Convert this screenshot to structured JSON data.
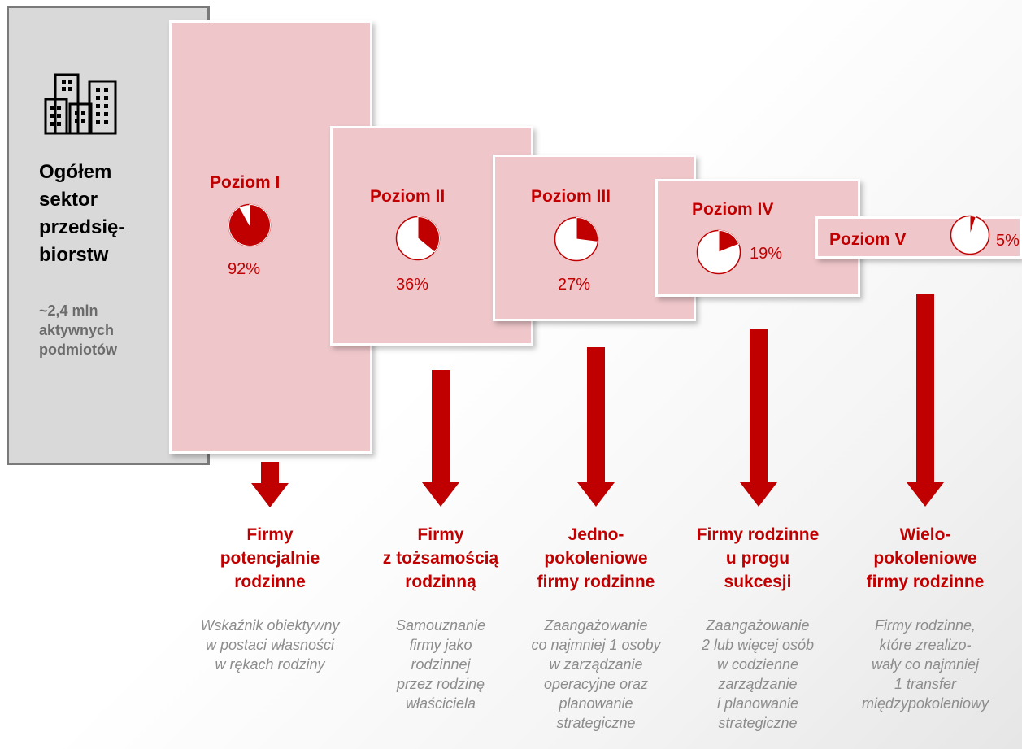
{
  "sector": {
    "icon": "buildings-icon",
    "title": "Ogółem\nsektor\nprzedsię-\nbiorstw",
    "subtitle": "~2,4 mln\naktywnych\npodmiotów"
  },
  "levels": [
    {
      "title": "Poziom I",
      "percent_label": "92%",
      "value": 92
    },
    {
      "title": "Poziom II",
      "percent_label": "36%",
      "value": 36
    },
    {
      "title": "Poziom III",
      "percent_label": "27%",
      "value": 27
    },
    {
      "title": "Poziom IV",
      "percent_label": "19%",
      "value": 19
    },
    {
      "title": "Poziom V",
      "percent_label": "5%",
      "value": 5
    }
  ],
  "categories": [
    {
      "title": "Firmy\npotencjalnie\nrodzinne",
      "description": "Wskaźnik obiektywny\nw postaci własności\nw rękach rodziny"
    },
    {
      "title": "Firmy\nz tożsamością\nrodzinną",
      "description": "Samouznanie\nfirmy jako\nrodzinnej\nprzez rodzinę\nwłaściciela"
    },
    {
      "title": "Jedno-\npokoleniowe\nfirmy rodzinne",
      "description": "Zaangażowanie\nco najmniej 1 osoby\nw zarządzanie\noperacyjne oraz\nplanowanie\nstrategiczne"
    },
    {
      "title": "Firmy rodzinne\nu progu\nsukcesji",
      "description": "Zaangażowanie\n2 lub więcej osób\nw codzienne\nzarządzanie\ni planowanie\nstrategiczne"
    },
    {
      "title": "Wielo-\npokoleniowe\nfirmy rodzinne",
      "description": "Firmy rodzinne,\nktóre zrealizo-\nwały co najmniej\n1 transfer\nmiędzypokoleniowy"
    }
  ],
  "colors": {
    "accent": "#c00000",
    "box": "#efc7cb",
    "sector": "#d9d9d9"
  }
}
